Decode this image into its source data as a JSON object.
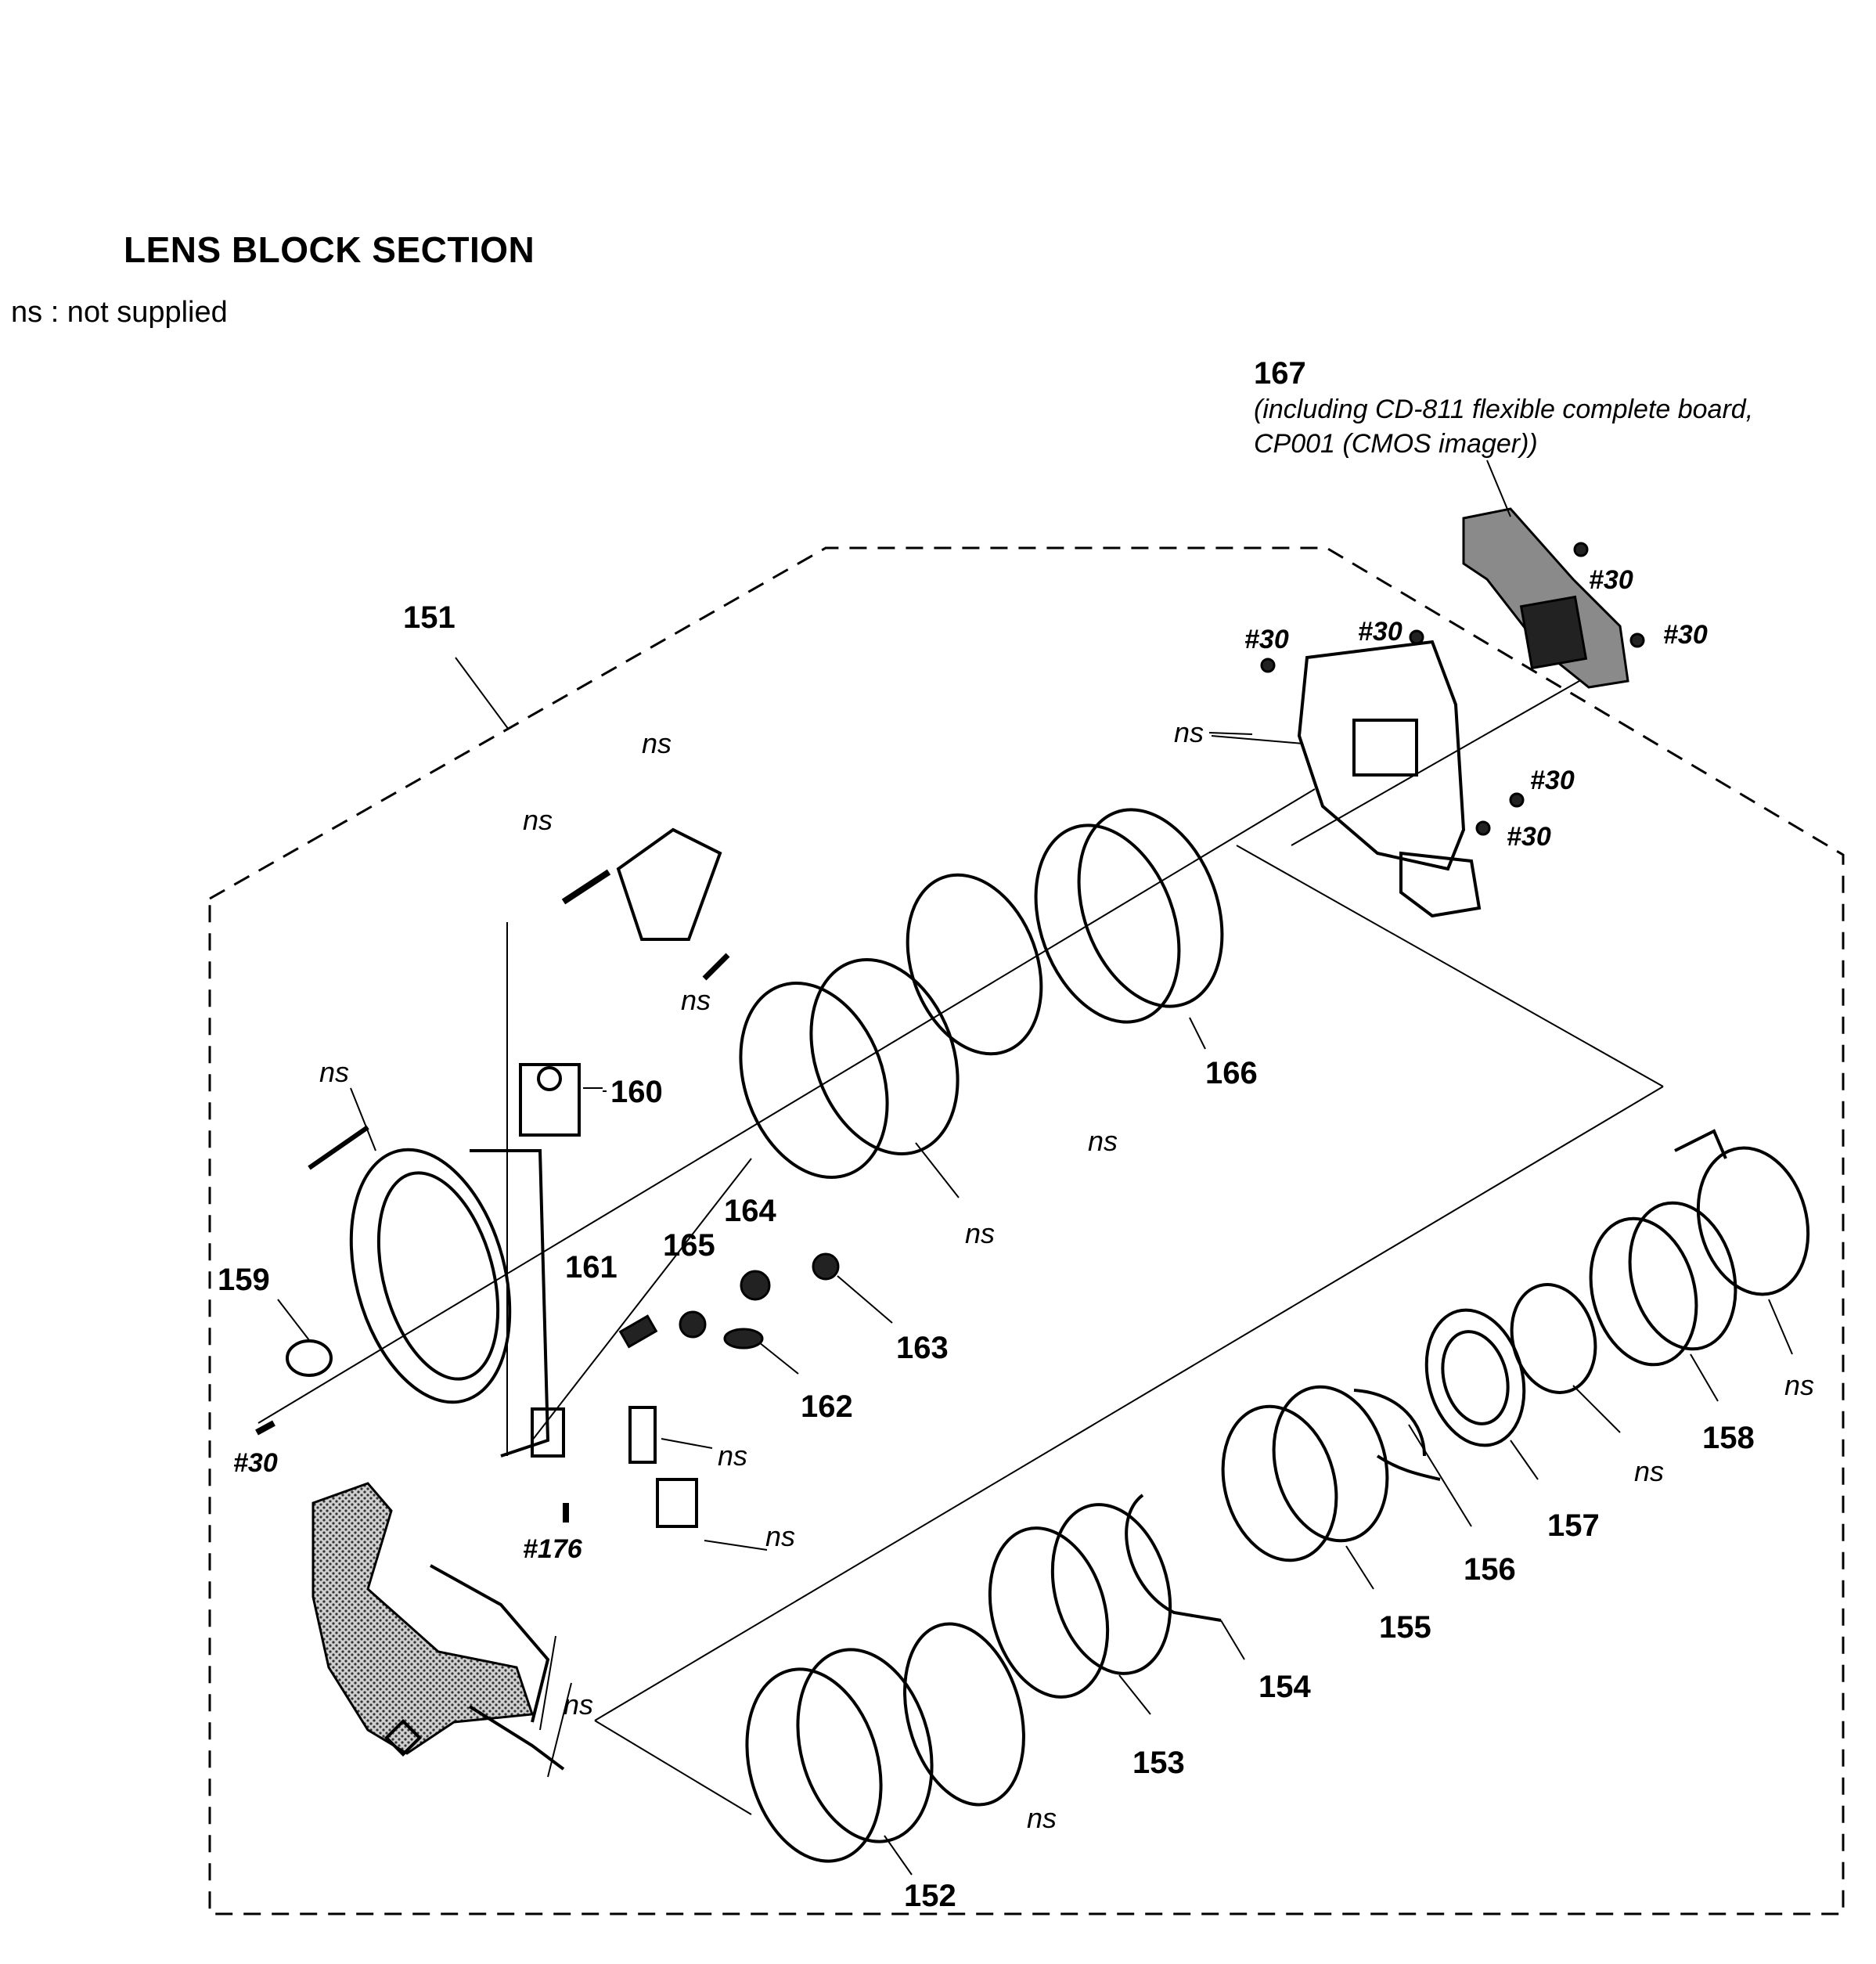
{
  "title": "LENS BLOCK SECTION",
  "legend": "ns : not supplied",
  "note": {
    "part": "167",
    "line1": "(including CD-811 flexible complete board,",
    "line2": "CP001 (CMOS imager))"
  },
  "part_labels": {
    "p151": "151",
    "p152": "152",
    "p153": "153",
    "p154": "154",
    "p155": "155",
    "p156": "156",
    "p157": "157",
    "p158": "158",
    "p159": "159",
    "p160": "160",
    "p161": "161",
    "p162": "162",
    "p163": "163",
    "p164": "164",
    "p165": "165",
    "p166": "166"
  },
  "not_supplied": "ns",
  "screw_labels": {
    "s30": "#30",
    "s176": "#176"
  }
}
